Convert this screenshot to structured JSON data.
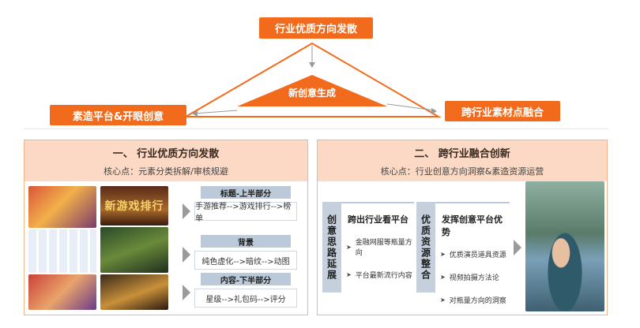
{
  "top": {
    "apex_label": "行业优质方向发散",
    "left_label": "素造平台&开眼创意",
    "right_label": "跨行业素材点融合",
    "center_label": "新创意生成"
  },
  "colors": {
    "accent": "#f26b1d",
    "panel_head": "#fbd9c4",
    "label_bg": "#c6d0dc"
  },
  "left_panel": {
    "title": "一、 行业优质方向发散",
    "subtitle": "核心点：元素分类拆解/审核规避",
    "groups": [
      {
        "heading": "标题-上半部分",
        "body": "手游推荐-->游戏排行-->榜单"
      },
      {
        "heading": "背景",
        "body": "纯色虚化-->暗纹-->动图"
      },
      {
        "heading": "内容-下半部分",
        "body": "星级-->礼包码-->评分"
      }
    ],
    "thumbnail_texts": [
      "新游戏排行"
    ]
  },
  "right_panel": {
    "title": "二、 跨行业融合创新",
    "subtitle": "核心点：行业创意方向洞察&素造资源运营",
    "side_label_1": "创意思路延展",
    "side_label_2": "优质资源整合",
    "col1": {
      "title": "跨出行业看平台",
      "items": [
        "金融网服等瓶量方向",
        "平台最新流行内容"
      ]
    },
    "col2": {
      "title": "发挥创意平台优势",
      "items": [
        "优质演员道具资源",
        "视频拍摄方法论",
        "对瓶量方向的洞察"
      ]
    }
  }
}
